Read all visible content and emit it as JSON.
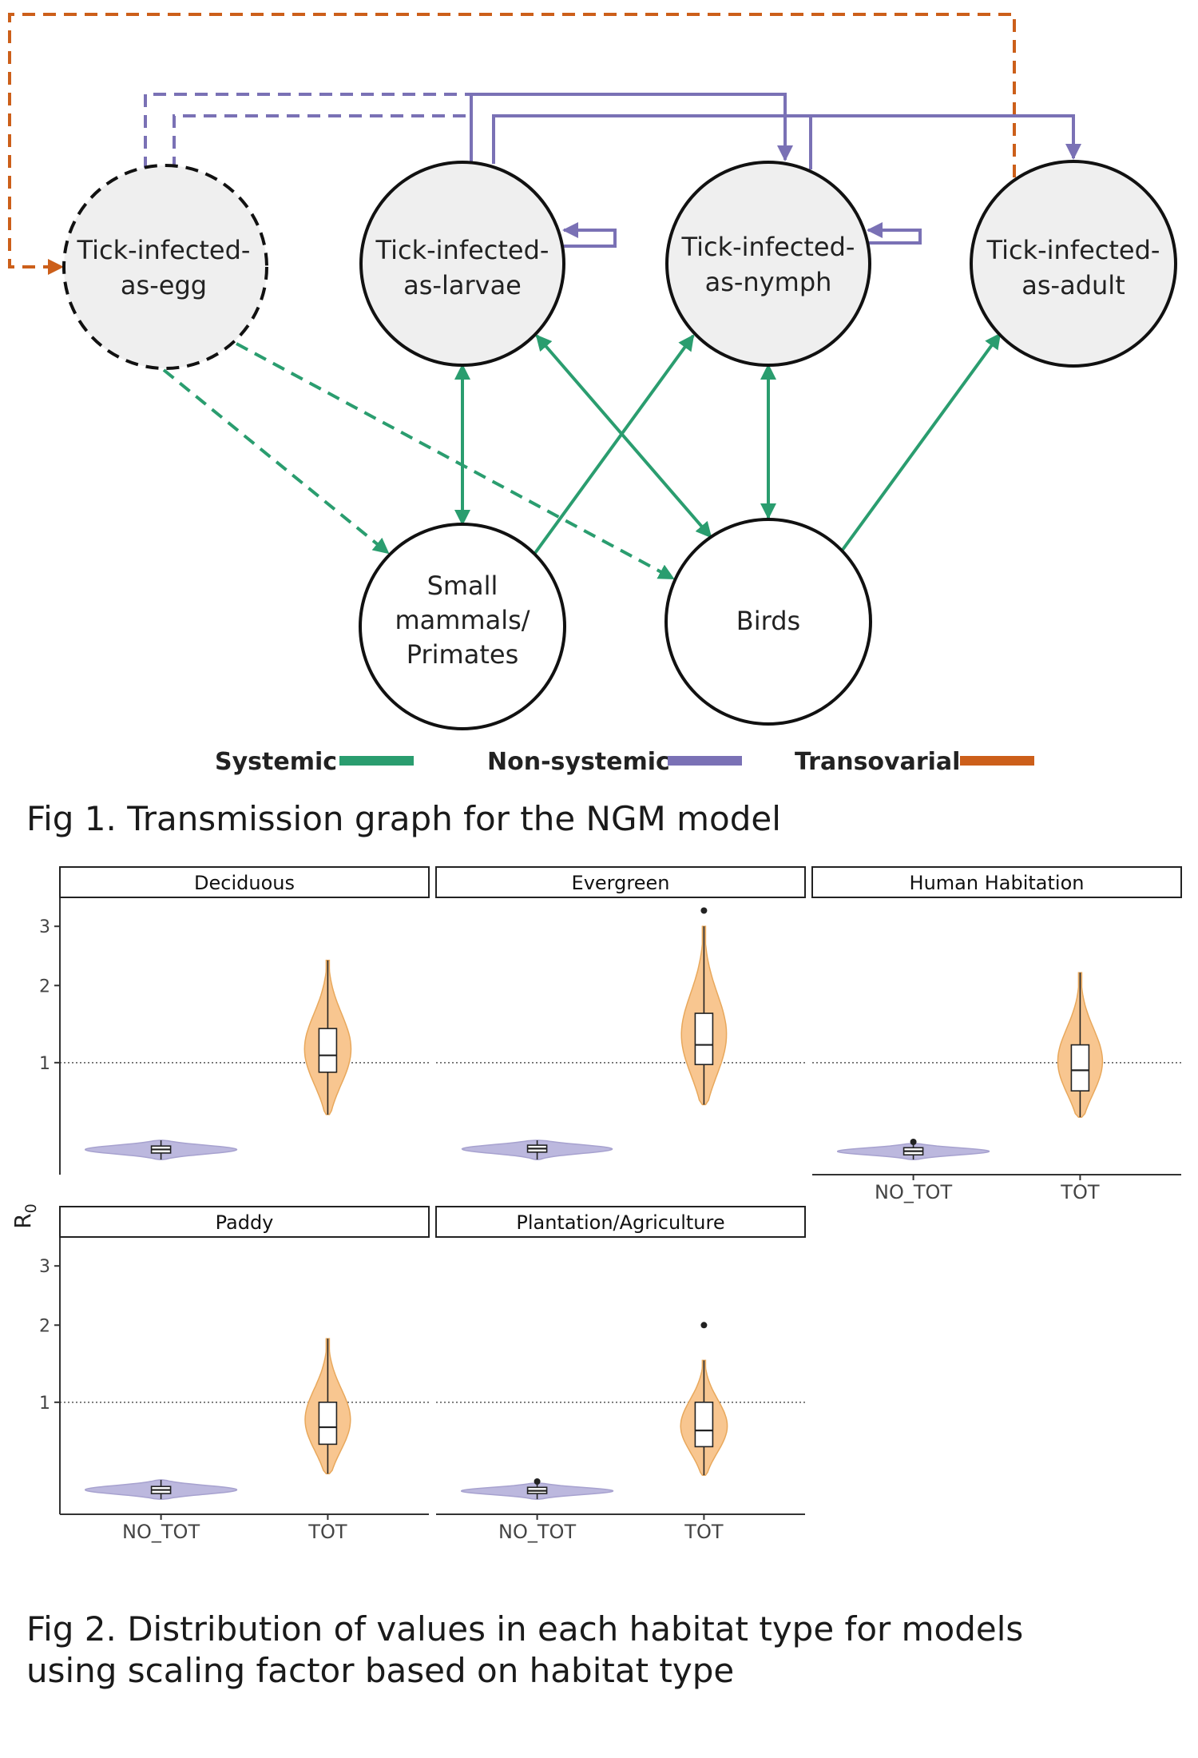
{
  "figure1": {
    "caption": "Fig 1. Transmission graph for the NGM model",
    "nodes": {
      "egg": [
        "Tick-infected-",
        "as-egg"
      ],
      "larvae": [
        "Tick-infected-",
        "as-larvae"
      ],
      "nymph": [
        "Tick-infected-",
        "as-nymph"
      ],
      "adult": [
        "Tick-infected-",
        "as-adult"
      ],
      "mammals": [
        "Small",
        "mammals/",
        "Primates"
      ],
      "birds": [
        "Birds"
      ]
    },
    "legend": [
      {
        "label": "Systemic",
        "color": "#2a9d6f"
      },
      {
        "label": "Non-systemic",
        "color": "#7a71b5"
      },
      {
        "label": "Transovarial",
        "color": "#cc5f1a"
      }
    ]
  },
  "figure2": {
    "caption_lines": [
      "Fig 2. Distribution of values in each habitat type for models",
      "using scaling factor based on habitat type"
    ],
    "ylabel": "R",
    "ylabel_sub": "0",
    "colors": {
      "no_tot": "#bcb8de",
      "tot": "#f8c690"
    }
  },
  "chart_data": [
    {
      "type": "violin",
      "title": "Deciduous",
      "categories": [
        "NO_TOT",
        "TOT"
      ],
      "y_ticks": [
        1,
        2,
        3
      ],
      "reference_line": 1,
      "series": [
        {
          "category": "NO_TOT",
          "min": 0.23,
          "q1": 0.265,
          "median": 0.285,
          "q3": 0.305,
          "max": 0.34
        },
        {
          "category": "TOT",
          "min": 0.52,
          "q1": 0.9,
          "median": 1.08,
          "q3": 1.4,
          "max": 2.4
        }
      ]
    },
    {
      "type": "violin",
      "title": "Evergreen",
      "categories": [
        "NO_TOT",
        "TOT"
      ],
      "y_ticks": [
        1,
        2,
        3
      ],
      "reference_line": 1,
      "series": [
        {
          "category": "NO_TOT",
          "min": 0.23,
          "q1": 0.27,
          "median": 0.29,
          "q3": 0.31,
          "max": 0.34
        },
        {
          "category": "TOT",
          "min": 0.6,
          "q1": 0.98,
          "median": 1.2,
          "q3": 1.6,
          "max": 3.0,
          "outliers": [
            3.3
          ]
        }
      ]
    },
    {
      "type": "violin",
      "title": "Human Habitation",
      "categories": [
        "NO_TOT",
        "TOT"
      ],
      "y_ticks": [
        1,
        2,
        3
      ],
      "reference_line": 1,
      "series": [
        {
          "category": "NO_TOT",
          "min": 0.23,
          "q1": 0.255,
          "median": 0.275,
          "q3": 0.295,
          "max": 0.32,
          "outliers": [
            0.33
          ]
        },
        {
          "category": "TOT",
          "min": 0.5,
          "q1": 0.72,
          "median": 0.92,
          "q3": 1.2,
          "max": 2.2
        }
      ]
    },
    {
      "type": "violin",
      "title": "Paddy",
      "categories": [
        "NO_TOT",
        "TOT"
      ],
      "y_ticks": [
        1,
        2,
        3
      ],
      "reference_line": 1,
      "series": [
        {
          "category": "NO_TOT",
          "min": 0.23,
          "q1": 0.26,
          "median": 0.28,
          "q3": 0.3,
          "max": 0.34
        },
        {
          "category": "TOT",
          "min": 0.38,
          "q1": 0.6,
          "median": 0.75,
          "q3": 1.0,
          "max": 1.8
        }
      ]
    },
    {
      "type": "violin",
      "title": "Plantation/Agriculture",
      "categories": [
        "NO_TOT",
        "TOT"
      ],
      "y_ticks": [
        1,
        2,
        3
      ],
      "reference_line": 1,
      "series": [
        {
          "category": "NO_TOT",
          "min": 0.23,
          "q1": 0.26,
          "median": 0.275,
          "q3": 0.295,
          "max": 0.32,
          "outliers": [
            0.33
          ]
        },
        {
          "category": "TOT",
          "min": 0.37,
          "q1": 0.58,
          "median": 0.72,
          "q3": 1.0,
          "max": 1.5,
          "outliers": [
            2.0
          ]
        }
      ]
    }
  ]
}
